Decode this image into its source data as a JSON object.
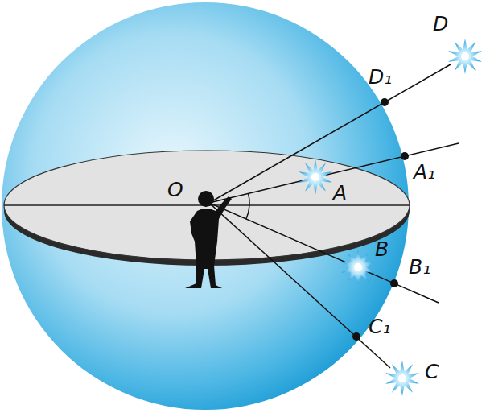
{
  "diagram": {
    "labels": [
      "D",
      "D₁",
      "A₁",
      "O",
      "A",
      "B",
      "B₁",
      "C₁",
      "C"
    ]
  }
}
